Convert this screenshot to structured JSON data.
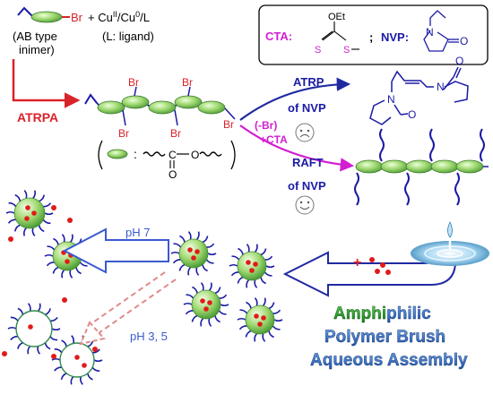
{
  "monomer": {
    "br": "Br",
    "plus_catalyst": "+ Cu",
    "cu2": "II",
    "cu_mid": "/Cu",
    "cu0": "0",
    "cu_end": "/L",
    "inimer_line1": "(AB type",
    "inimer_line2": "inimer)",
    "ligand_note": "(L: ligand)"
  },
  "atrpa_label": "ATRPA",
  "brush_br": "Br",
  "repeat_unit": {
    "colon": ":",
    "carbonyl_c": "C",
    "ester_o": "O",
    "carbonyl_o": "O"
  },
  "reagent_box": {
    "cta_label": "CTA:",
    "oet": "OEt",
    "s1": "S",
    "s2": "S",
    "separator": ";",
    "nvp_label": "NVP:",
    "n": "N",
    "o": "O"
  },
  "atrp_label": {
    "line1": "ATRP",
    "line2": "of NVP"
  },
  "raft_label": {
    "cond1": "(-Br)",
    "cond2": "+CTA",
    "line1": "RAFT",
    "line2": "of NVP"
  },
  "dimer": {
    "n1": "N",
    "o1": "O",
    "n2": "N",
    "o2": "O"
  },
  "assembly": {
    "ph7": "pH 7",
    "ph35": "pH 3, 5",
    "plus": "+"
  },
  "title": {
    "line1_part1": "Amphi",
    "line1_part2": "philic",
    "line2": "Polymer Brush",
    "line3": "Aqueous Assembly"
  },
  "colors": {
    "green_dark": "#1f7a1f",
    "green_light": "#9fd870",
    "blue_dark": "#1a1aa6",
    "blue_line": "#1f2aa0",
    "magenta": "#d21fd2",
    "red": "#d9232a",
    "teal": "#3c8f9a",
    "title_green": "#1e9a1e",
    "title_blue": "#1e63c8"
  }
}
